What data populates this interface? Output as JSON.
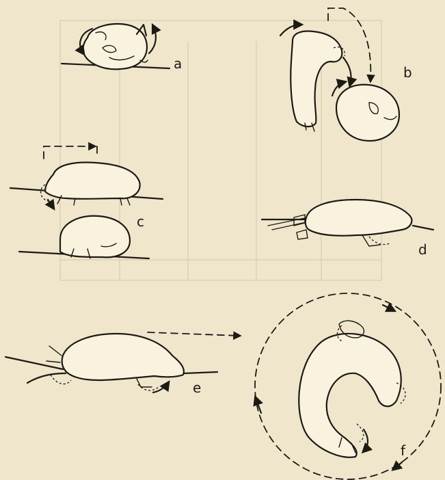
{
  "panels": [
    {
      "id": "a",
      "label": "a"
    },
    {
      "id": "b",
      "label": "b"
    },
    {
      "id": "c",
      "label": "c"
    },
    {
      "id": "d",
      "label": "d"
    },
    {
      "id": "e",
      "label": "e"
    },
    {
      "id": "f",
      "label": "f"
    }
  ],
  "colors": {
    "paper": "#efe6cc",
    "ink": "#1d1a14",
    "body": "#f8f2df"
  }
}
